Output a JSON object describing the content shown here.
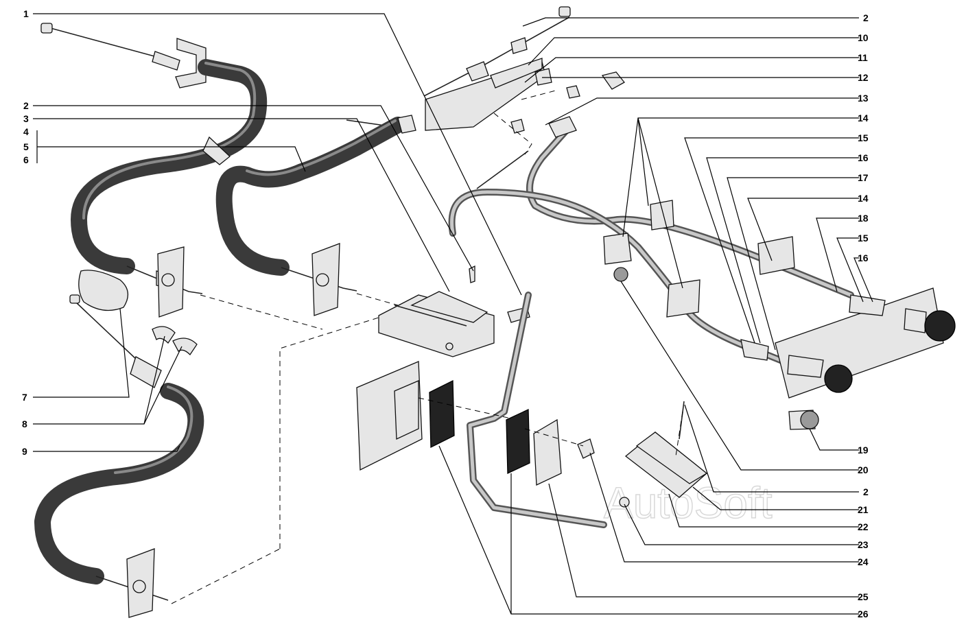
{
  "watermark": "AutoSoft",
  "callouts": [
    {
      "id": "c1",
      "text": "1"
    },
    {
      "id": "c2a",
      "text": "2"
    },
    {
      "id": "c3",
      "text": "3"
    },
    {
      "id": "c4",
      "text": "4"
    },
    {
      "id": "c5",
      "text": "5"
    },
    {
      "id": "c6",
      "text": "6"
    },
    {
      "id": "c7",
      "text": "7"
    },
    {
      "id": "c8",
      "text": "8"
    },
    {
      "id": "c9",
      "text": "9"
    },
    {
      "id": "c2b",
      "text": "2"
    },
    {
      "id": "c10",
      "text": "10"
    },
    {
      "id": "c11",
      "text": "11"
    },
    {
      "id": "c12",
      "text": "12"
    },
    {
      "id": "c13",
      "text": "13"
    },
    {
      "id": "c14a",
      "text": "14"
    },
    {
      "id": "c15a",
      "text": "15"
    },
    {
      "id": "c16a",
      "text": "16"
    },
    {
      "id": "c17",
      "text": "17"
    },
    {
      "id": "c14b",
      "text": "14"
    },
    {
      "id": "c18",
      "text": "18"
    },
    {
      "id": "c15b",
      "text": "15"
    },
    {
      "id": "c16b",
      "text": "16"
    },
    {
      "id": "c19",
      "text": "19"
    },
    {
      "id": "c20",
      "text": "20"
    },
    {
      "id": "c2c",
      "text": "2"
    },
    {
      "id": "c21",
      "text": "21"
    },
    {
      "id": "c22",
      "text": "22"
    },
    {
      "id": "c23",
      "text": "23"
    },
    {
      "id": "c24",
      "text": "24"
    },
    {
      "id": "c25",
      "text": "25"
    },
    {
      "id": "c26",
      "text": "26"
    }
  ]
}
